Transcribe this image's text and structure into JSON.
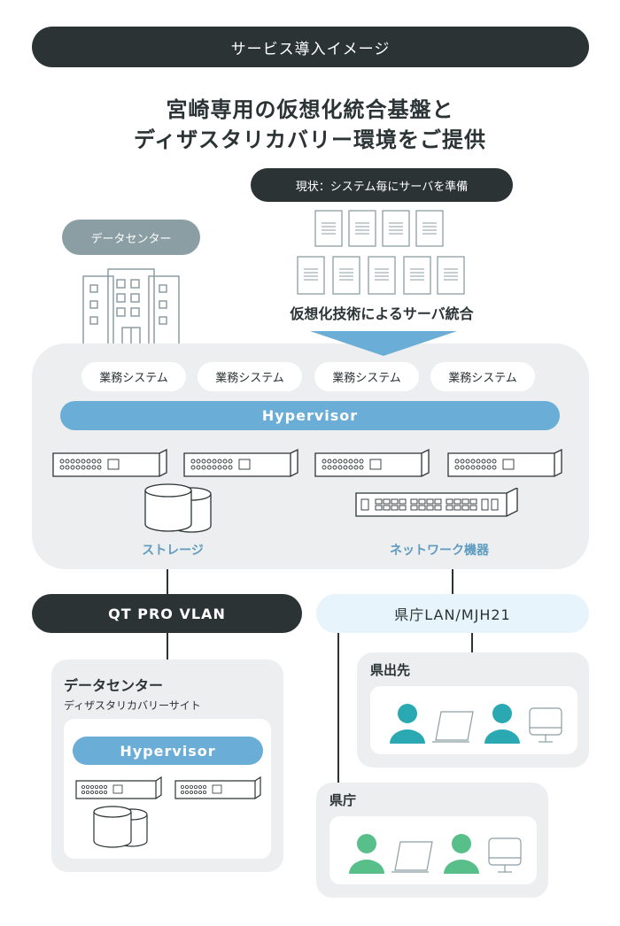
{
  "banner": "サービス導入イメージ",
  "title_line1": "宮崎専用の仮想化統合基盤と",
  "title_line2": "ディザスタリカバリー環境をご提供",
  "status_label": "現状：システム毎にサーバを準備",
  "datacenter_label": "データセンター",
  "virtualization_label": "仮想化技術によるサーバ統合",
  "business_systems": [
    "業務システム",
    "業務システム",
    "業務システム",
    "業務システム"
  ],
  "hypervisor_label": "Hypervisor",
  "storage_label": "ストレージ",
  "network_equipment_label": "ネットワーク機器",
  "network_label": "QT PRO VLAN",
  "lan_label": "県庁LAN/MJH21",
  "dr_site": {
    "title": "データセンター",
    "subtitle": "ディザスタリカバリーサイト",
    "hypervisor_label": "Hypervisor"
  },
  "branch_label": "県出先",
  "prefecture_label": "県庁",
  "colors": {
    "dark": "#2b3335",
    "blue": "#6aadd6",
    "teal_person": "#2aa9b3",
    "green_person": "#59bf8a",
    "panel": "#eceeef"
  }
}
